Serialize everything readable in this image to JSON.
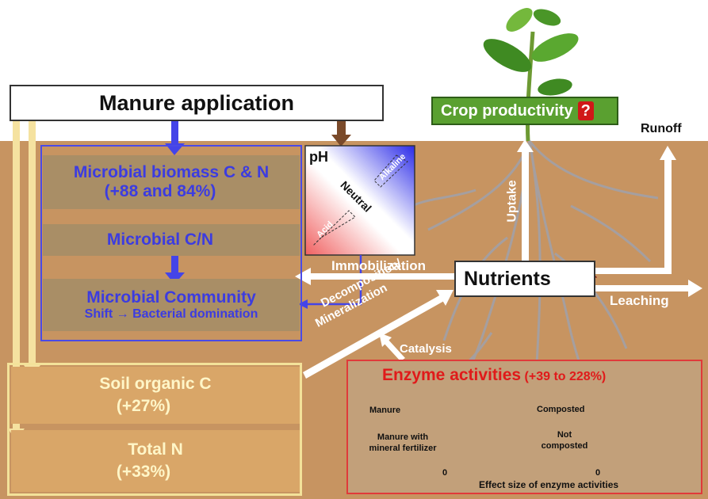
{
  "manure": {
    "title": "Manure application"
  },
  "microbial": {
    "biomass_line1": "Microbial biomass C & N",
    "biomass_line2": "(+88 and 84%)",
    "cn": "Microbial C/N",
    "community": "Microbial Community",
    "community_sub": "Shift → Bacterial domination"
  },
  "ph": {
    "title": "pH",
    "neutral": "Neutral",
    "alkaline": "Alkaline",
    "acid": "Acid"
  },
  "crop": {
    "label": "Crop productivity",
    "q": "?"
  },
  "runoff": "Runoff",
  "uptake": "Uptake",
  "nutrients": "Nutrients",
  "immobilization": "Immobilization",
  "leaching": "Leaching",
  "decomposition": "Decomposition/",
  "mineralization": "Mineralization",
  "catalysis": "Catalysis",
  "soil": {
    "organic_c": "Soil organic C",
    "organic_c_pct": "(+27%)",
    "total_n": "Total N",
    "total_n_pct": "(+33%)"
  },
  "enzyme": {
    "title": "Enzyme activities",
    "pct": "(+39 to 228%)",
    "left_labels": [
      "Manure",
      "Manure with",
      "mineral fertilizer"
    ],
    "right_labels": [
      "Composted",
      "Not",
      "composted"
    ],
    "zero": "0",
    "axis_label": "Effect size of enzyme activities"
  },
  "colors": {
    "soil": "#c79461",
    "blue": "#3c3ce0",
    "red": "#d01818",
    "green": "#5aa030",
    "soilbox_text": "#fff6c8"
  }
}
